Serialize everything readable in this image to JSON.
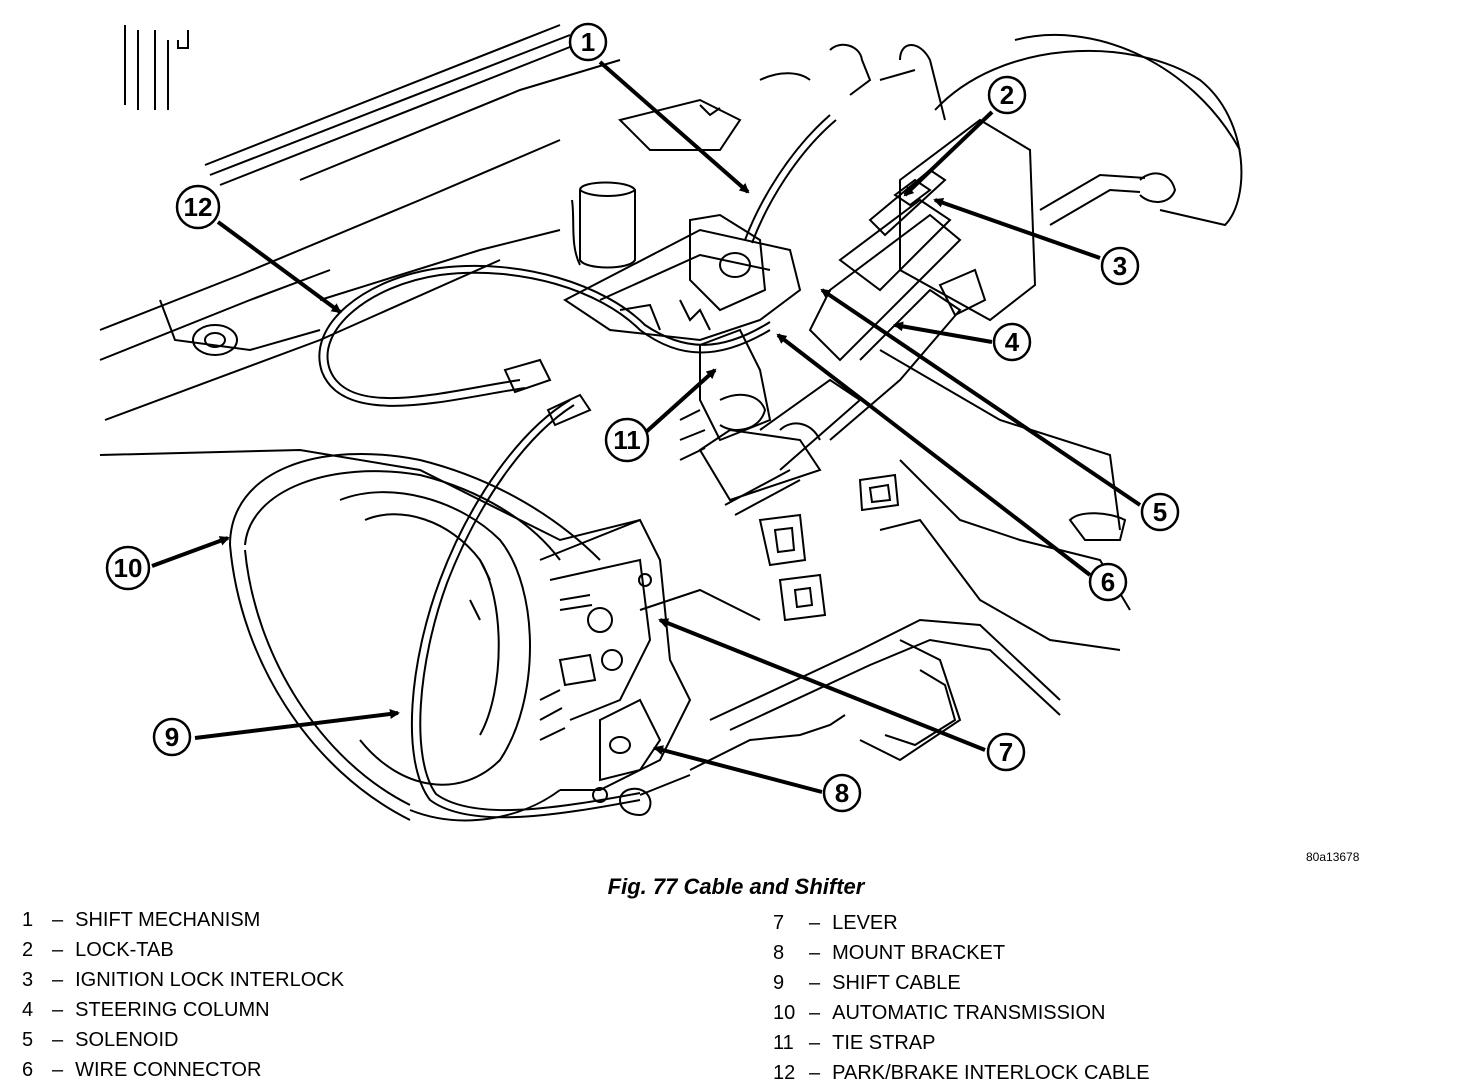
{
  "figure": {
    "caption": "Fig. 77 Cable and Shifter",
    "image_code": "80a13678"
  },
  "legend": [
    {
      "num": "1",
      "label": "SHIFT MECHANISM"
    },
    {
      "num": "2",
      "label": "LOCK-TAB"
    },
    {
      "num": "3",
      "label": "IGNITION LOCK INTERLOCK"
    },
    {
      "num": "4",
      "label": "STEERING COLUMN"
    },
    {
      "num": "5",
      "label": "SOLENOID"
    },
    {
      "num": "6",
      "label": "WIRE CONNECTOR"
    },
    {
      "num": "7",
      "label": "LEVER"
    },
    {
      "num": "8",
      "label": "MOUNT BRACKET"
    },
    {
      "num": "9",
      "label": "SHIFT CABLE"
    },
    {
      "num": "10",
      "label": "AUTOMATIC TRANSMISSION"
    },
    {
      "num": "11",
      "label": "TIE STRAP"
    },
    {
      "num": "12",
      "label": "PARK/BRAKE INTERLOCK CABLE"
    }
  ],
  "callouts": [
    "1",
    "2",
    "3",
    "4",
    "5",
    "6",
    "7",
    "8",
    "9",
    "10",
    "11",
    "12"
  ]
}
